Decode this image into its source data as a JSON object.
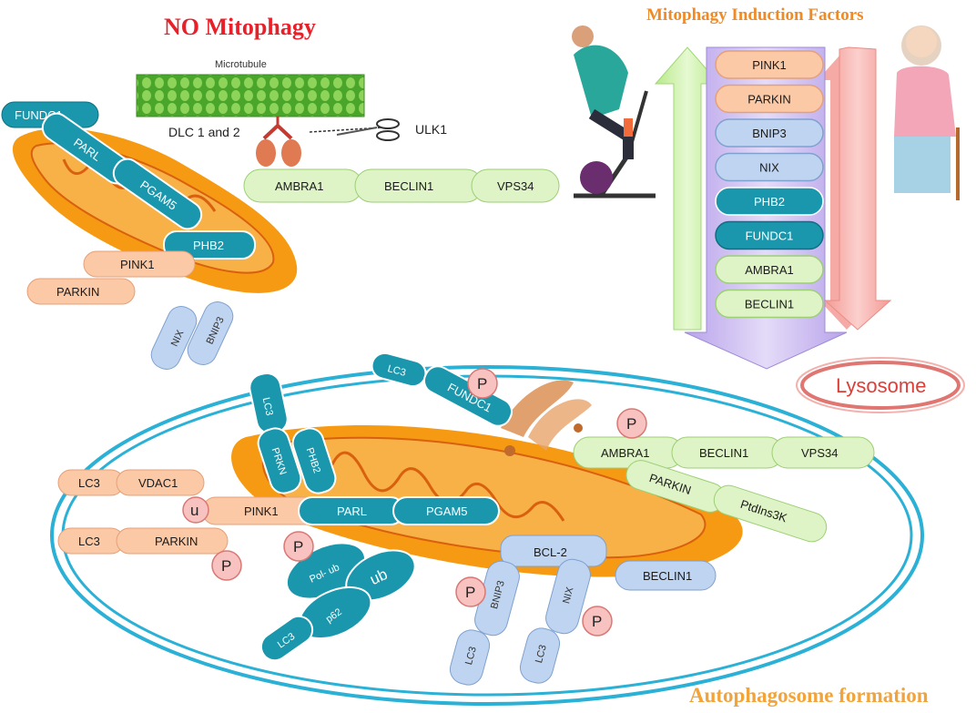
{
  "titles": {
    "no_mitophagy": "NO Mitophagy",
    "induction_factors": "Mitophagy  Induction Factors",
    "autophagosome": "Autophagosome formation",
    "lysosome": "Lysosome"
  },
  "top_labels": {
    "microtubule": "Microtubule",
    "dlc": "DLC 1 and 2",
    "ulk1": "ULK1"
  },
  "left_mito": {
    "fundc1": "FUNDC1",
    "parl": "PARL",
    "pgam5": "PGAM5",
    "phb2": "PHB2",
    "pink1": "PINK1",
    "parkin": "PARKIN",
    "nix": "NIX",
    "bnip3": "BNIP3"
  },
  "top_complex": {
    "ambra1": "AMBRA1",
    "beclin1": "BECLIN1",
    "vps34": "VPS34"
  },
  "factors_list": [
    "PINK1",
    "PARKIN",
    "BNIP3",
    "NIX",
    "PHB2",
    "FUNDC1",
    "AMBRA1",
    "BECLIN1"
  ],
  "autophagosome_labels": {
    "lc3": "LC3",
    "fundc1": "FUNDC1",
    "prkn": "PRKN",
    "phb2": "PHB2",
    "ambra1": "AMBRA1",
    "beclin1": "BECLIN1",
    "vps34": "VPS34",
    "parkin": "PARKIN",
    "ptdins3k": "PtdIns3K",
    "vdac1": "VDAC1",
    "pink1": "PINK1",
    "parl": "PARL",
    "pgam5": "PGAM5",
    "bcl2": "BCL-2",
    "bnip3": "BNIP3",
    "nix": "NIX",
    "pol_ub": "Pol- ub",
    "ub": "ub",
    "p62": "p62",
    "p_symbol": "P",
    "u_symbol": "u"
  },
  "colors": {
    "mito_orange": "#f59a12",
    "mito_dark": "#d9600e",
    "teal": "#1a97ad",
    "peach": "#fbc9a6",
    "blue_light": "#bfd4f0",
    "green_light": "#dff4c6",
    "red_title": "#e8202a",
    "membrane": "#2bb0d6",
    "arrow_green": "#c8ef9e",
    "arrow_red": "#f4a4a0",
    "purple_panel": "#c9b7ee"
  }
}
